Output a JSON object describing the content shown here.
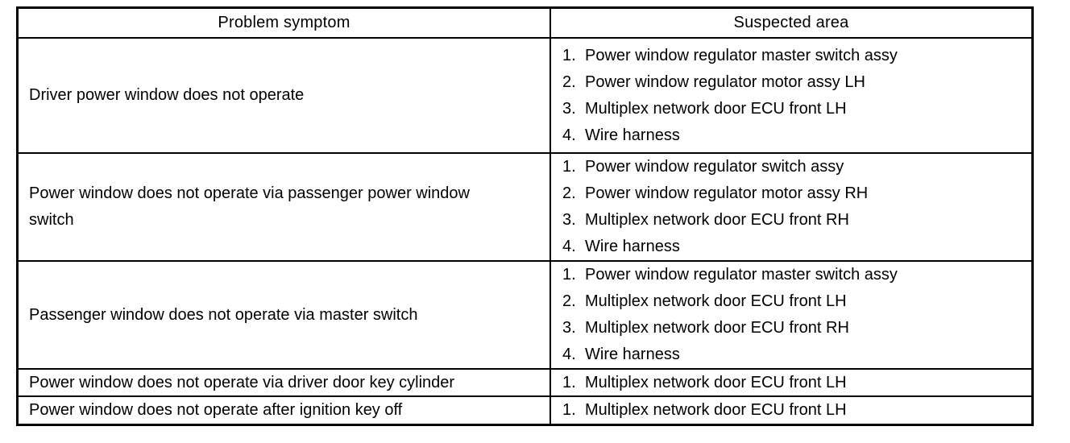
{
  "page": {
    "background_color": "#ffffff",
    "text_color": "#000000",
    "border_color": "#000000"
  },
  "table": {
    "headers": [
      "Problem symptom",
      "Suspected area"
    ],
    "rows": [
      {
        "symptom": "Driver power window does not operate",
        "areas": [
          {
            "n": "1.",
            "label": "Power window regulator master switch assy"
          },
          {
            "n": "2.",
            "label": "Power window regulator motor assy LH"
          },
          {
            "n": "3.",
            "label": "Multiplex network door ECU front LH"
          },
          {
            "n": "4.",
            "label": "Wire harness"
          }
        ]
      },
      {
        "symptom": "Power window does not operate via passenger power window switch",
        "areas": [
          {
            "n": "1.",
            "label": "Power window regulator switch assy"
          },
          {
            "n": "2.",
            "label": "Power window regulator motor assy RH"
          },
          {
            "n": "3.",
            "label": "Multiplex network door ECU front RH"
          },
          {
            "n": "4.",
            "label": "Wire harness"
          }
        ]
      },
      {
        "symptom": "Passenger window does not operate via master switch",
        "areas": [
          {
            "n": "1.",
            "label": "Power window regulator master switch assy"
          },
          {
            "n": "2.",
            "label": "Multiplex network door ECU front LH"
          },
          {
            "n": "3.",
            "label": "Multiplex network door ECU front RH"
          },
          {
            "n": "4.",
            "label": "Wire harness"
          }
        ]
      },
      {
        "symptom": "Power window does not operate via driver door key cylinder",
        "areas": [
          {
            "n": "1.",
            "label": "Multiplex network door ECU front LH"
          }
        ]
      },
      {
        "symptom": "Power window does not operate after ignition key off",
        "areas": [
          {
            "n": "1.",
            "label": "Multiplex network door ECU front LH"
          }
        ]
      }
    ]
  }
}
